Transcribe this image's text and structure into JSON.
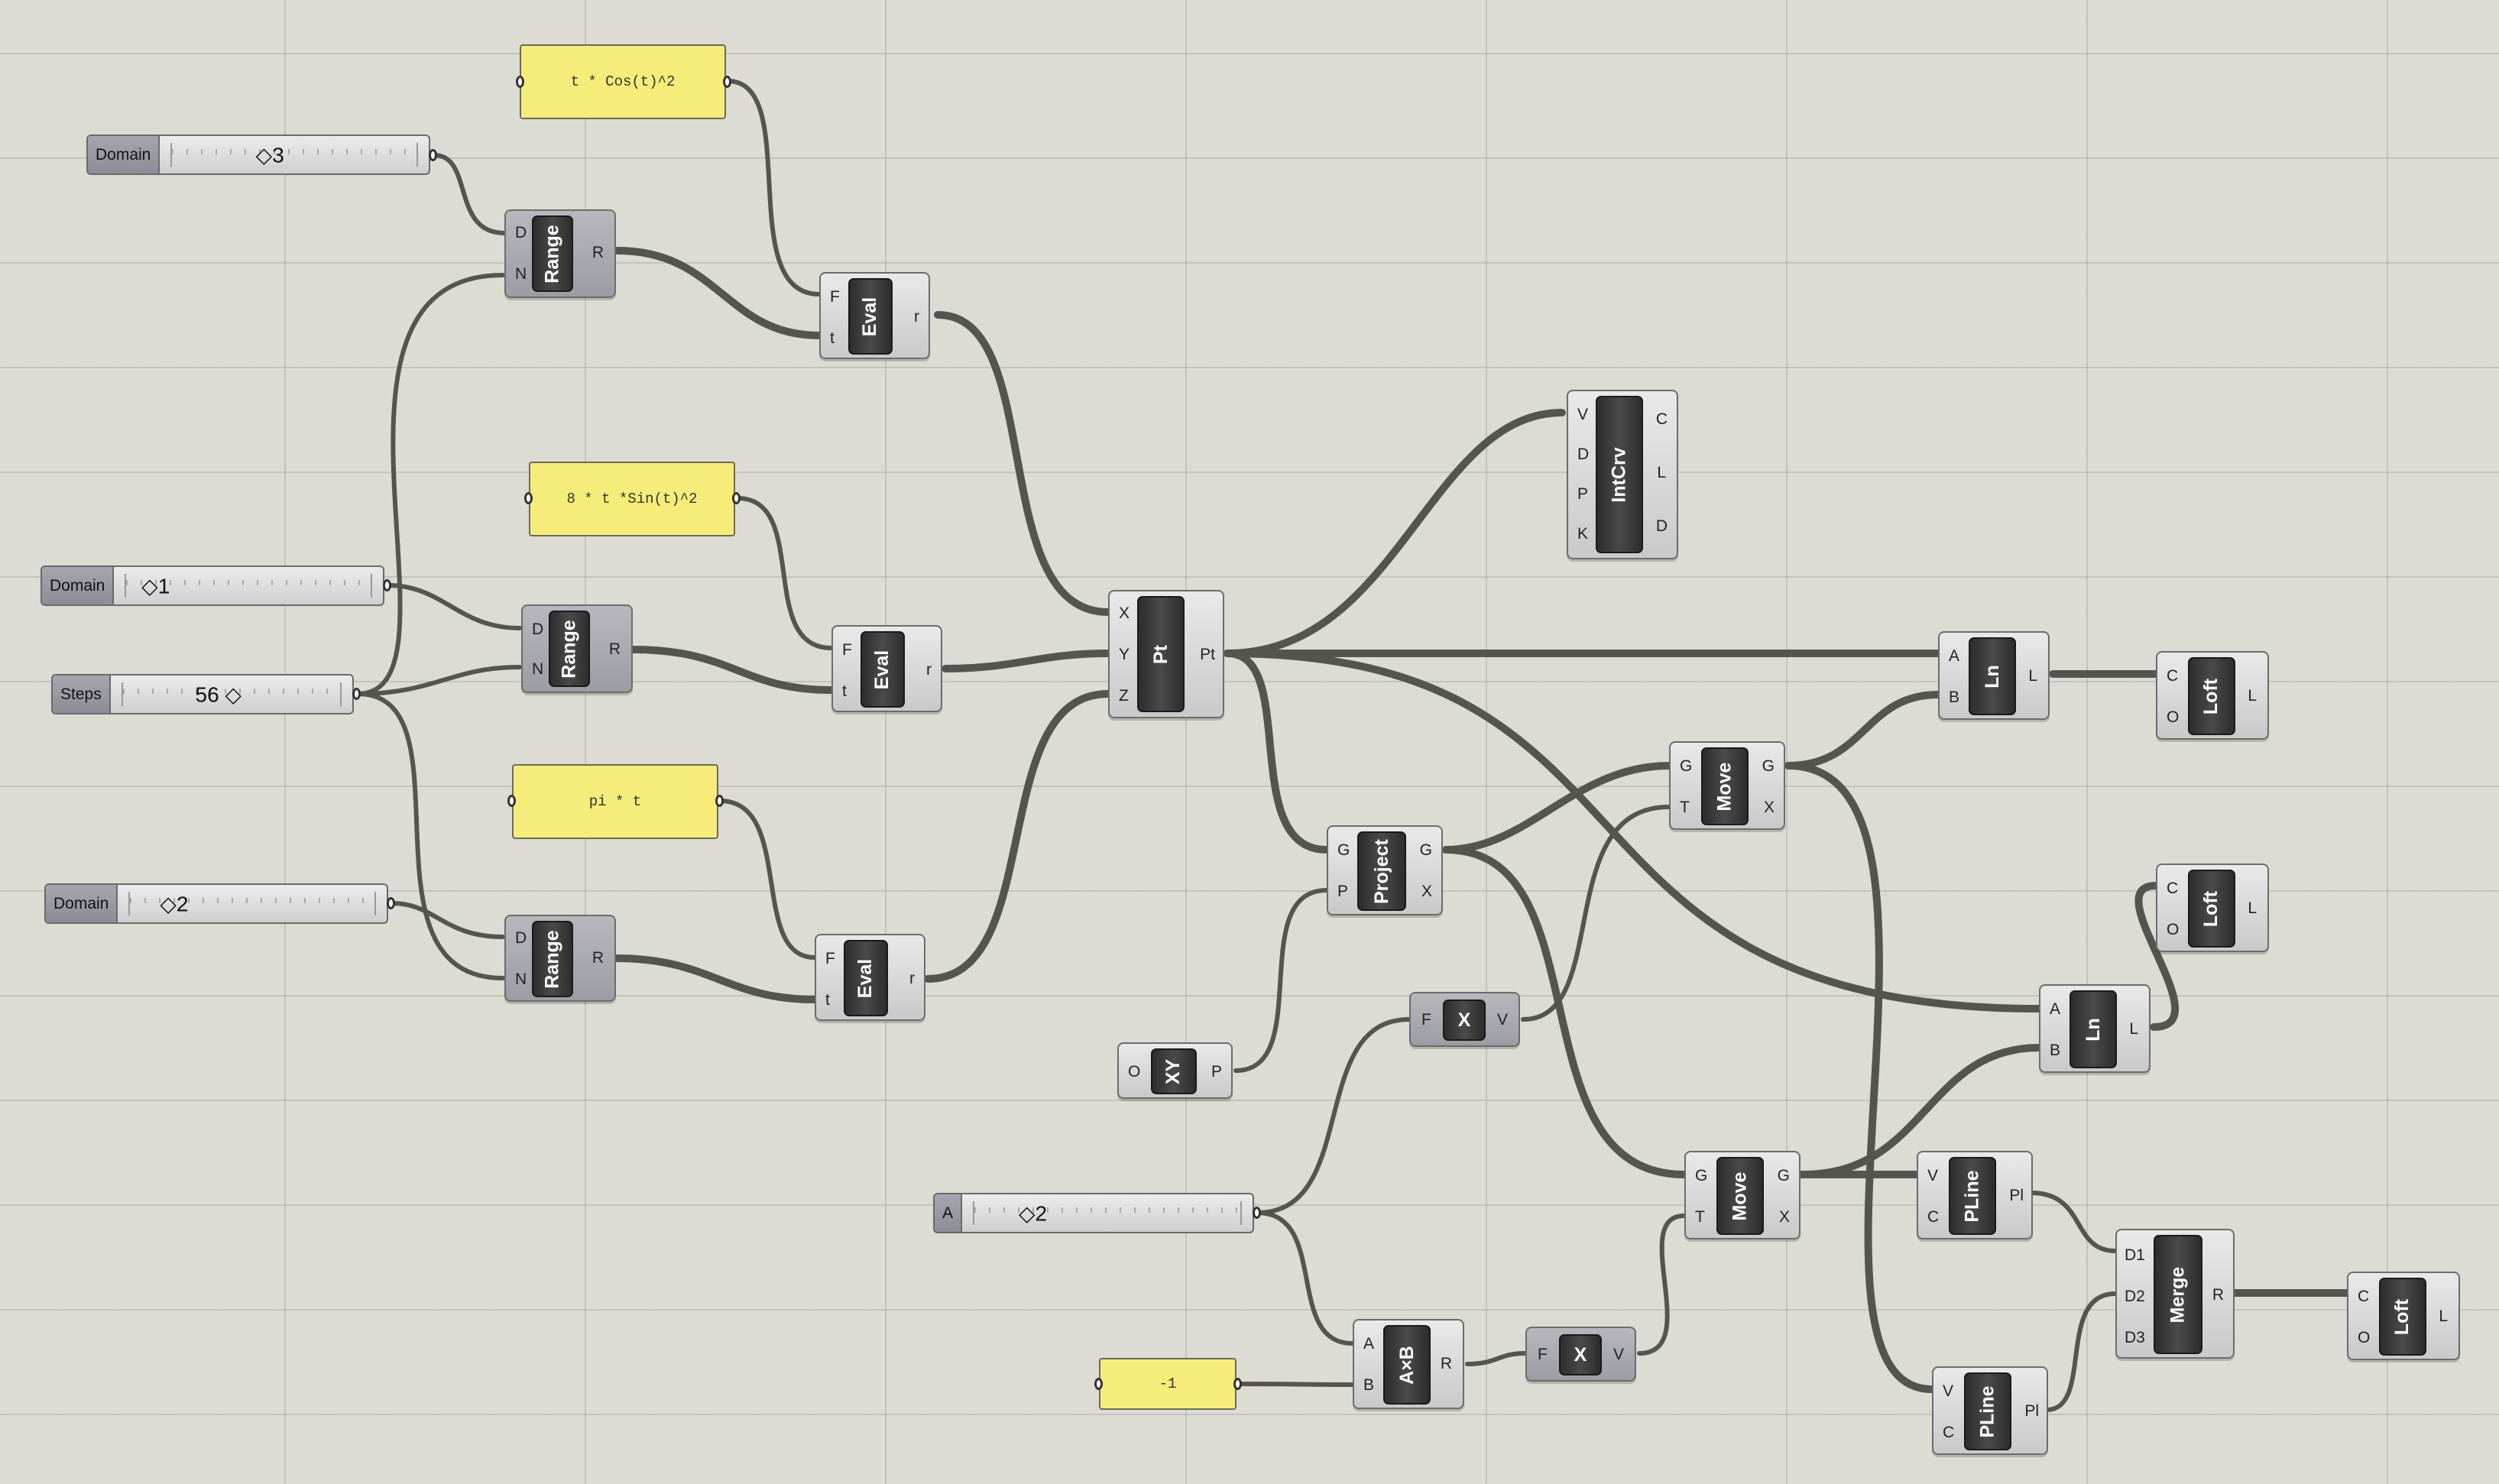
{
  "colors": {
    "canvas": "#dcdbd4",
    "panel": "#f6ec7a",
    "wire": "#555550",
    "component": "#d9d9d9"
  },
  "sliders": {
    "domain1": {
      "label": "Domain",
      "value": "◇3"
    },
    "domain2": {
      "label": "Domain",
      "value": "◇1"
    },
    "steps": {
      "label": "Steps",
      "value": "56 ◇"
    },
    "domain3": {
      "label": "Domain",
      "value": "◇2"
    },
    "a": {
      "label": "A",
      "value": "◇2"
    }
  },
  "panels": {
    "expr_cos": "t * Cos(t)^2",
    "expr_sin": "8 * t *Sin(t)^2",
    "expr_pi": "pi * t",
    "neg_one": "-1"
  },
  "components": {
    "range1": {
      "name": "Range",
      "inputs": [
        "D",
        "N"
      ],
      "outputs": [
        "R"
      ]
    },
    "range2": {
      "name": "Range",
      "inputs": [
        "D",
        "N"
      ],
      "outputs": [
        "R"
      ]
    },
    "range3": {
      "name": "Range",
      "inputs": [
        "D",
        "N"
      ],
      "outputs": [
        "R"
      ]
    },
    "eval1": {
      "name": "Eval",
      "inputs": [
        "F",
        "t"
      ],
      "outputs": [
        "r"
      ]
    },
    "eval2": {
      "name": "Eval",
      "inputs": [
        "F",
        "t"
      ],
      "outputs": [
        "r"
      ]
    },
    "eval3": {
      "name": "Eval",
      "inputs": [
        "F",
        "t"
      ],
      "outputs": [
        "r"
      ]
    },
    "pt": {
      "name": "Pt",
      "inputs": [
        "X",
        "Y",
        "Z"
      ],
      "outputs": [
        "Pt"
      ]
    },
    "intcrv": {
      "name": "IntCrv",
      "inputs": [
        "V",
        "D",
        "P",
        "K"
      ],
      "outputs": [
        "C",
        "L",
        "D"
      ]
    },
    "project": {
      "name": "Project",
      "inputs": [
        "G",
        "P"
      ],
      "outputs": [
        "G",
        "X"
      ]
    },
    "xy": {
      "name": "XY",
      "inputs": [
        "O"
      ],
      "outputs": [
        "P"
      ]
    },
    "unitx1": {
      "name": "X",
      "inputs": [
        "F"
      ],
      "outputs": [
        "V"
      ]
    },
    "unitx2": {
      "name": "X",
      "inputs": [
        "F"
      ],
      "outputs": [
        "V"
      ]
    },
    "move1": {
      "name": "Move",
      "inputs": [
        "G",
        "T"
      ],
      "outputs": [
        "G",
        "X"
      ]
    },
    "move2": {
      "name": "Move",
      "inputs": [
        "G",
        "T"
      ],
      "outputs": [
        "G",
        "X"
      ]
    },
    "mult": {
      "name": "A×B",
      "inputs": [
        "A",
        "B"
      ],
      "outputs": [
        "R"
      ]
    },
    "ln1": {
      "name": "Ln",
      "inputs": [
        "A",
        "B"
      ],
      "outputs": [
        "L"
      ]
    },
    "ln2": {
      "name": "Ln",
      "inputs": [
        "A",
        "B"
      ],
      "outputs": [
        "L"
      ]
    },
    "loft1": {
      "name": "Loft",
      "inputs": [
        "C",
        "O"
      ],
      "outputs": [
        "L"
      ]
    },
    "loft2": {
      "name": "Loft",
      "inputs": [
        "C",
        "O"
      ],
      "outputs": [
        "L"
      ]
    },
    "loft3": {
      "name": "Loft",
      "inputs": [
        "C",
        "O"
      ],
      "outputs": [
        "L"
      ]
    },
    "pline1": {
      "name": "PLine",
      "inputs": [
        "V",
        "C"
      ],
      "outputs": [
        "Pl"
      ]
    },
    "pline2": {
      "name": "PLine",
      "inputs": [
        "V",
        "C"
      ],
      "outputs": [
        "Pl"
      ]
    },
    "merge": {
      "name": "Merge",
      "inputs": [
        "D1",
        "D2",
        "D3"
      ],
      "outputs": [
        "R"
      ]
    }
  }
}
